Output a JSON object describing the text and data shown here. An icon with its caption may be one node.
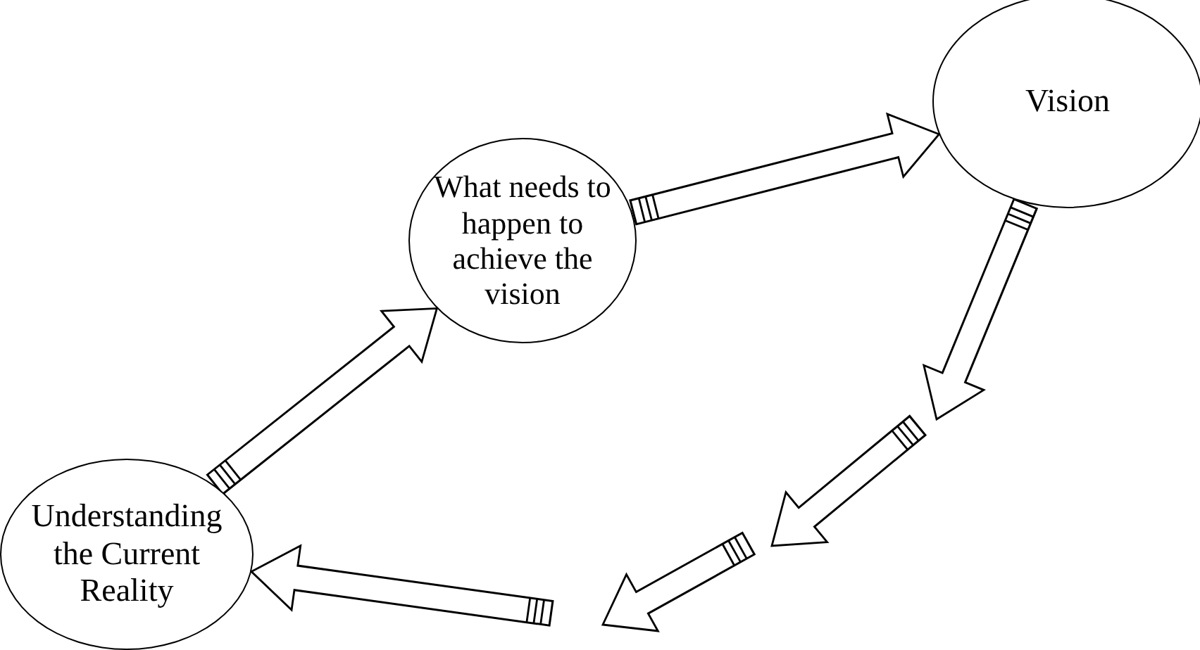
{
  "diagram": {
    "nodes": [
      {
        "text": [
          "Understanding the Current Reality"
        ]
      },
      {
        "text": [
          "What needs to happen to achieve the vision"
        ]
      },
      {
        "text": [
          "Vision"
        ]
      }
    ],
    "edges": [
      {
        "from": 0,
        "to": 1,
        "arrow": "to"
      },
      {
        "from": 1,
        "to": 2,
        "arrow": "to"
      },
      {
        "from": 2,
        "to": null,
        "arrow": "to"
      },
      {
        "from": null,
        "to": 0,
        "arrow": "to"
      }
    ]
  }
}
